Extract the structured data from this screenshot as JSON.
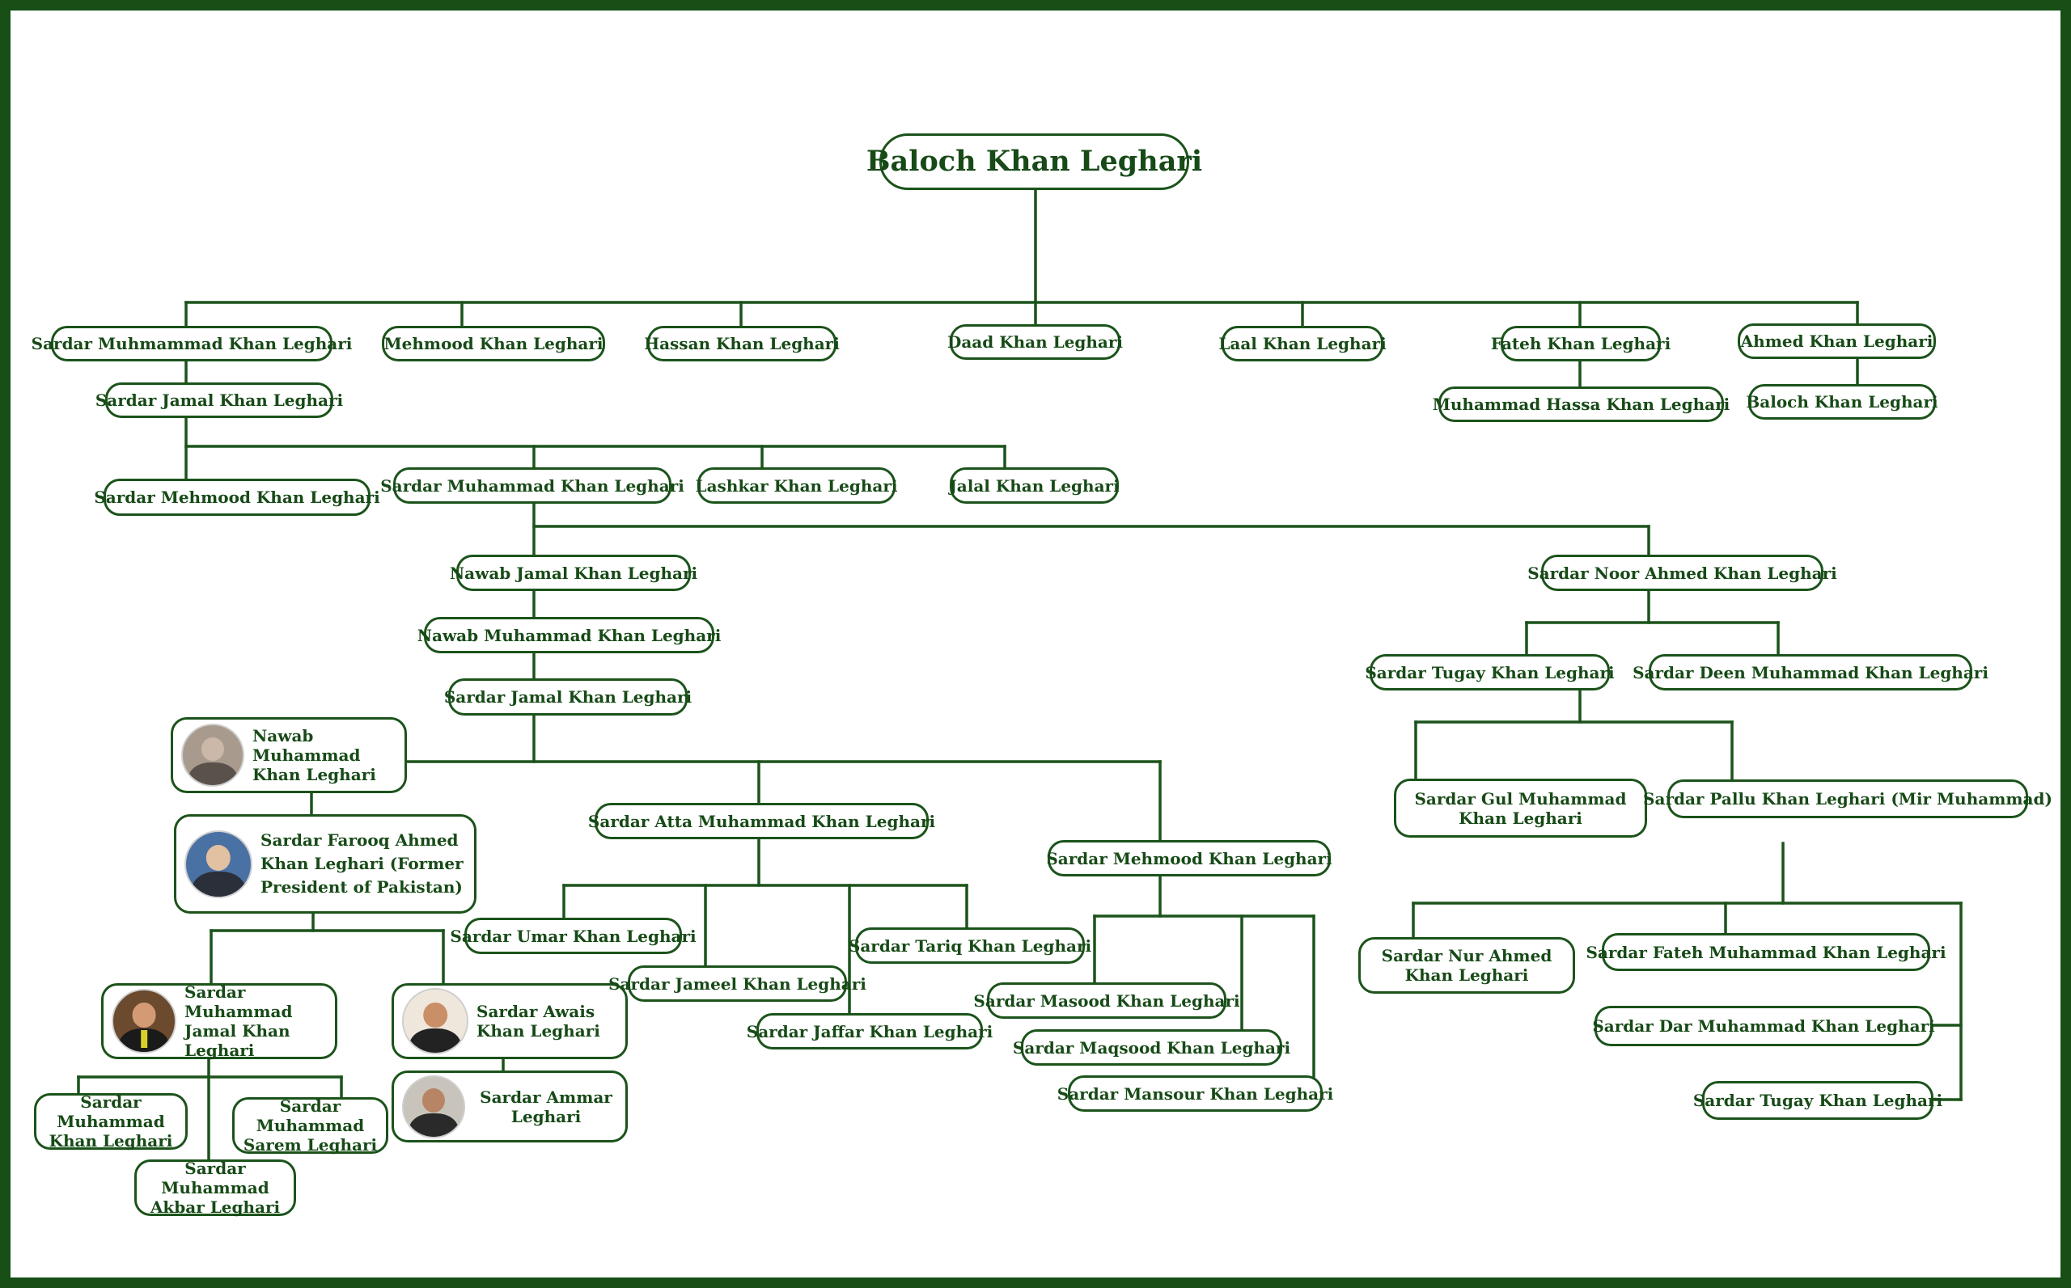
{
  "theme": {
    "line_color": "#1b531b",
    "text_color": "#174a17",
    "frame_color": "#174f17"
  },
  "tree": {
    "root": "Baloch Khan Leghari",
    "gen1": [
      "Sardar Muhmammad Khan Leghari",
      "Mehmood Khan Leghari",
      "Hassan Khan Leghari",
      "Daad Khan Leghari",
      "Laal Khan Leghari",
      "Fateh Khan Leghari",
      "Ahmed Khan Leghari"
    ],
    "gen2": {
      "sardar_jamal": "Sardar Jamal Khan Leghari",
      "muhammad_hassa": "Muhammad Hassa Khan Leghari",
      "baloch": "Baloch Khan Leghari"
    },
    "gen3": [
      "Sardar Mehmood Khan Leghari",
      "Sardar Muhammad Khan Leghari",
      "Lashkar Khan Leghari",
      "Jalal Khan Leghari"
    ],
    "gen4": {
      "nawab_jamal": "Nawab Jamal Khan Leghari",
      "noor_ahmed": "Sardar Noor Ahmed Khan Leghari"
    },
    "left_line": {
      "nawab_muhammad": "Nawab Muhammad Khan Leghari",
      "sardar_jamal2": "Sardar Jamal Khan Leghari",
      "nawab_muhammad_photo": "Nawab Muhammad Khan Leghari",
      "farooq": "Sardar Farooq Ahmed Khan Leghari (Former President of Pakistan)",
      "jamal_photo": "Sardar Muhammad Jamal Khan Leghari",
      "awais": "Sardar Awais Khan Leghari",
      "ammar": "Sardar Ammar Leghari",
      "grandsons": [
        "Sardar Muhammad Khan Leghari",
        "Sardar Muhammad Sarem Leghari",
        "Sardar Muhammad Akbar Leghari"
      ]
    },
    "atta_branch": {
      "atta": "Sardar Atta Muhammad Khan Leghari",
      "children": [
        "Sardar Umar Khan Leghari",
        "Sardar Jameel Khan Leghari",
        "Sardar Jaffar Khan Leghari",
        "Sardar Tariq Khan Leghari"
      ]
    },
    "mehmood_branch": {
      "mehmood": "Sardar Mehmood Khan Leghari",
      "children": [
        "Sardar Masood Khan Leghari",
        "Sardar Maqsood Khan Leghari",
        "Sardar Mansour Khan Leghari"
      ]
    },
    "noor_branch": {
      "tugay": "Sardar Tugay Khan Leghari",
      "deen": "Sardar Deen Muhammad Khan Leghari",
      "gul": "Sardar Gul Muhammad Khan Leghari",
      "pallu": "Sardar Pallu Khan Leghari (Mir Muhammad)",
      "pallu_children": [
        "Sardar Nur Ahmed Khan Leghari",
        "Sardar Fateh Muhammad Khan Leghari",
        "Sardar Dar Muhammad Khan Leghari",
        "Sardar Tugay Khan Leghari"
      ]
    }
  }
}
